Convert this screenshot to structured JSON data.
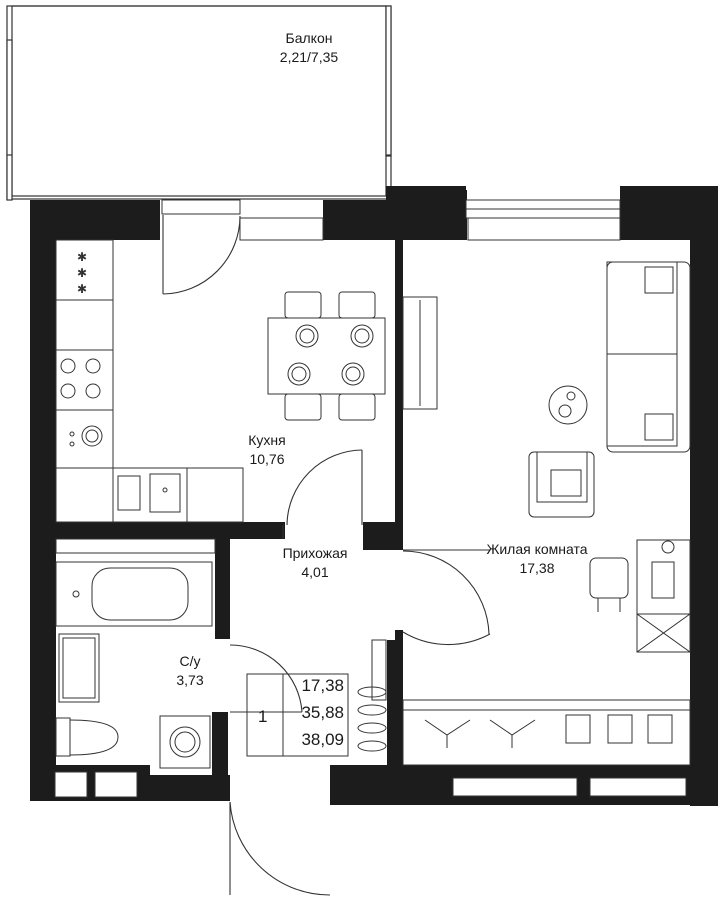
{
  "rooms": {
    "balcony": {
      "name": "Балкон",
      "area": "2,21/7,35"
    },
    "kitchen": {
      "name": "Кухня",
      "area": "10,76"
    },
    "hallway": {
      "name": "Прихожая",
      "area": "4,01"
    },
    "living": {
      "name": "Жилая комната",
      "area": "17,38"
    },
    "bathroom": {
      "name": "С/у",
      "area": "3,73"
    }
  },
  "summary": {
    "rooms_count": "1",
    "living_area": "17,38",
    "total_area": "35,88",
    "total_with_balcony": "38,09"
  },
  "colors": {
    "wall": "#1c1c1c",
    "line": "#333333",
    "background": "#ffffff"
  }
}
